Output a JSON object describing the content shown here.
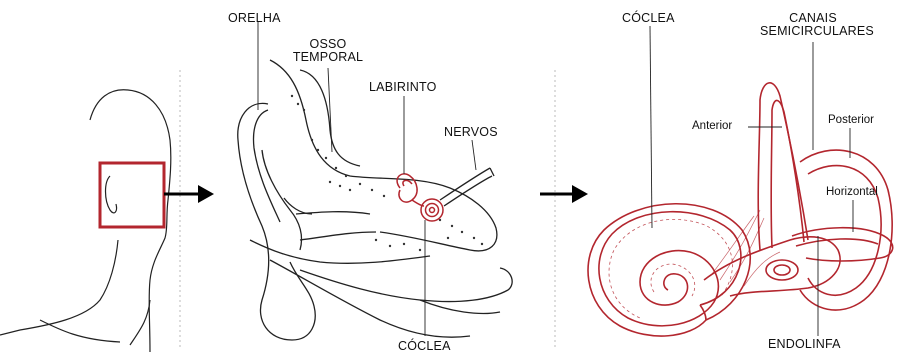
{
  "labels": {
    "orelha": "ORELHA",
    "osso_temporal_1": "OSSO",
    "osso_temporal_2": "TEMPORAL",
    "labirinto": "LABIRINTO",
    "nervos": "NERVOS",
    "coclea_bottom": "CÓCLEA",
    "coclea_top": "CÓCLEA",
    "canais_1": "CANAIS",
    "canais_2": "SEMICIRCULARES",
    "anterior": "Anterior",
    "posterior": "Posterior",
    "horizontal": "Horizontal",
    "endolinfa": "ENDOLINFA"
  },
  "colors": {
    "accent": "#b3262e",
    "line": "#1a1a1a",
    "divider": "#bbbbbb",
    "arrow": "#000000"
  }
}
